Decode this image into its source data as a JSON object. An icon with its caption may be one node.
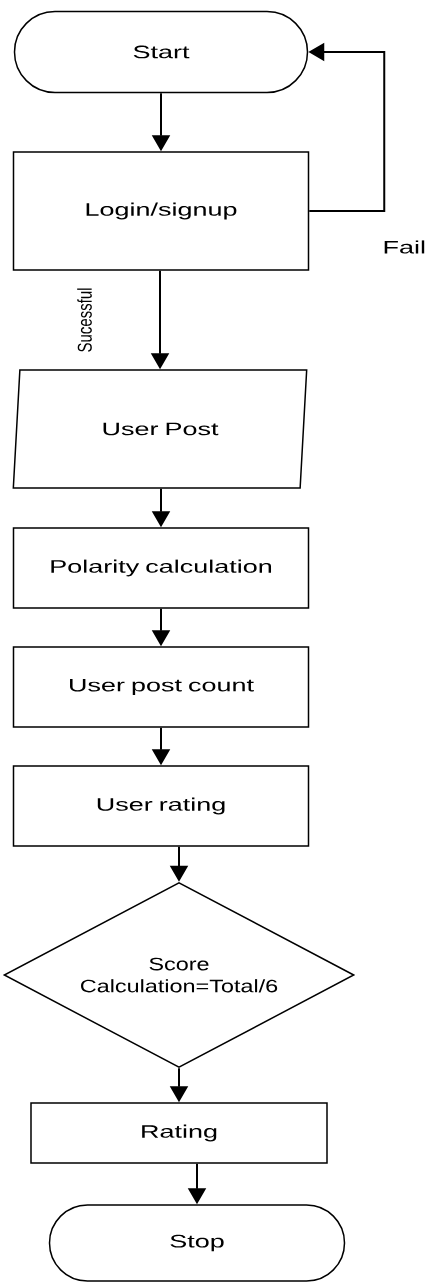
{
  "diagram": {
    "nodes": [
      {
        "text": [
          "Start"
        ]
      },
      {
        "text": [
          "Login/signup"
        ]
      },
      {
        "text": [
          "User Post"
        ]
      },
      {
        "text": [
          "Polarity calculation"
        ]
      },
      {
        "text": [
          "User post count"
        ]
      },
      {
        "text": [
          "User rating"
        ]
      },
      {
        "text": [
          "Score Calculation=Total/6"
        ]
      },
      {
        "text": [
          "Rating"
        ]
      },
      {
        "text": [
          "Stop"
        ]
      }
    ],
    "edges": [
      {
        "from": 0,
        "to": 1,
        "arrow": "to"
      },
      {
        "from": 1,
        "to": 0,
        "arrow": "to",
        "label": "Fail"
      },
      {
        "from": 1,
        "to": 2,
        "arrow": "to",
        "label": "Sucessful"
      },
      {
        "from": 2,
        "to": 3,
        "arrow": "to"
      },
      {
        "from": 3,
        "to": 4,
        "arrow": "to"
      },
      {
        "from": 4,
        "to": 5,
        "arrow": "to"
      },
      {
        "from": 5,
        "to": 6,
        "arrow": "to"
      },
      {
        "from": 6,
        "to": 7,
        "arrow": "to"
      },
      {
        "from": 7,
        "to": 8,
        "arrow": "to"
      }
    ]
  }
}
